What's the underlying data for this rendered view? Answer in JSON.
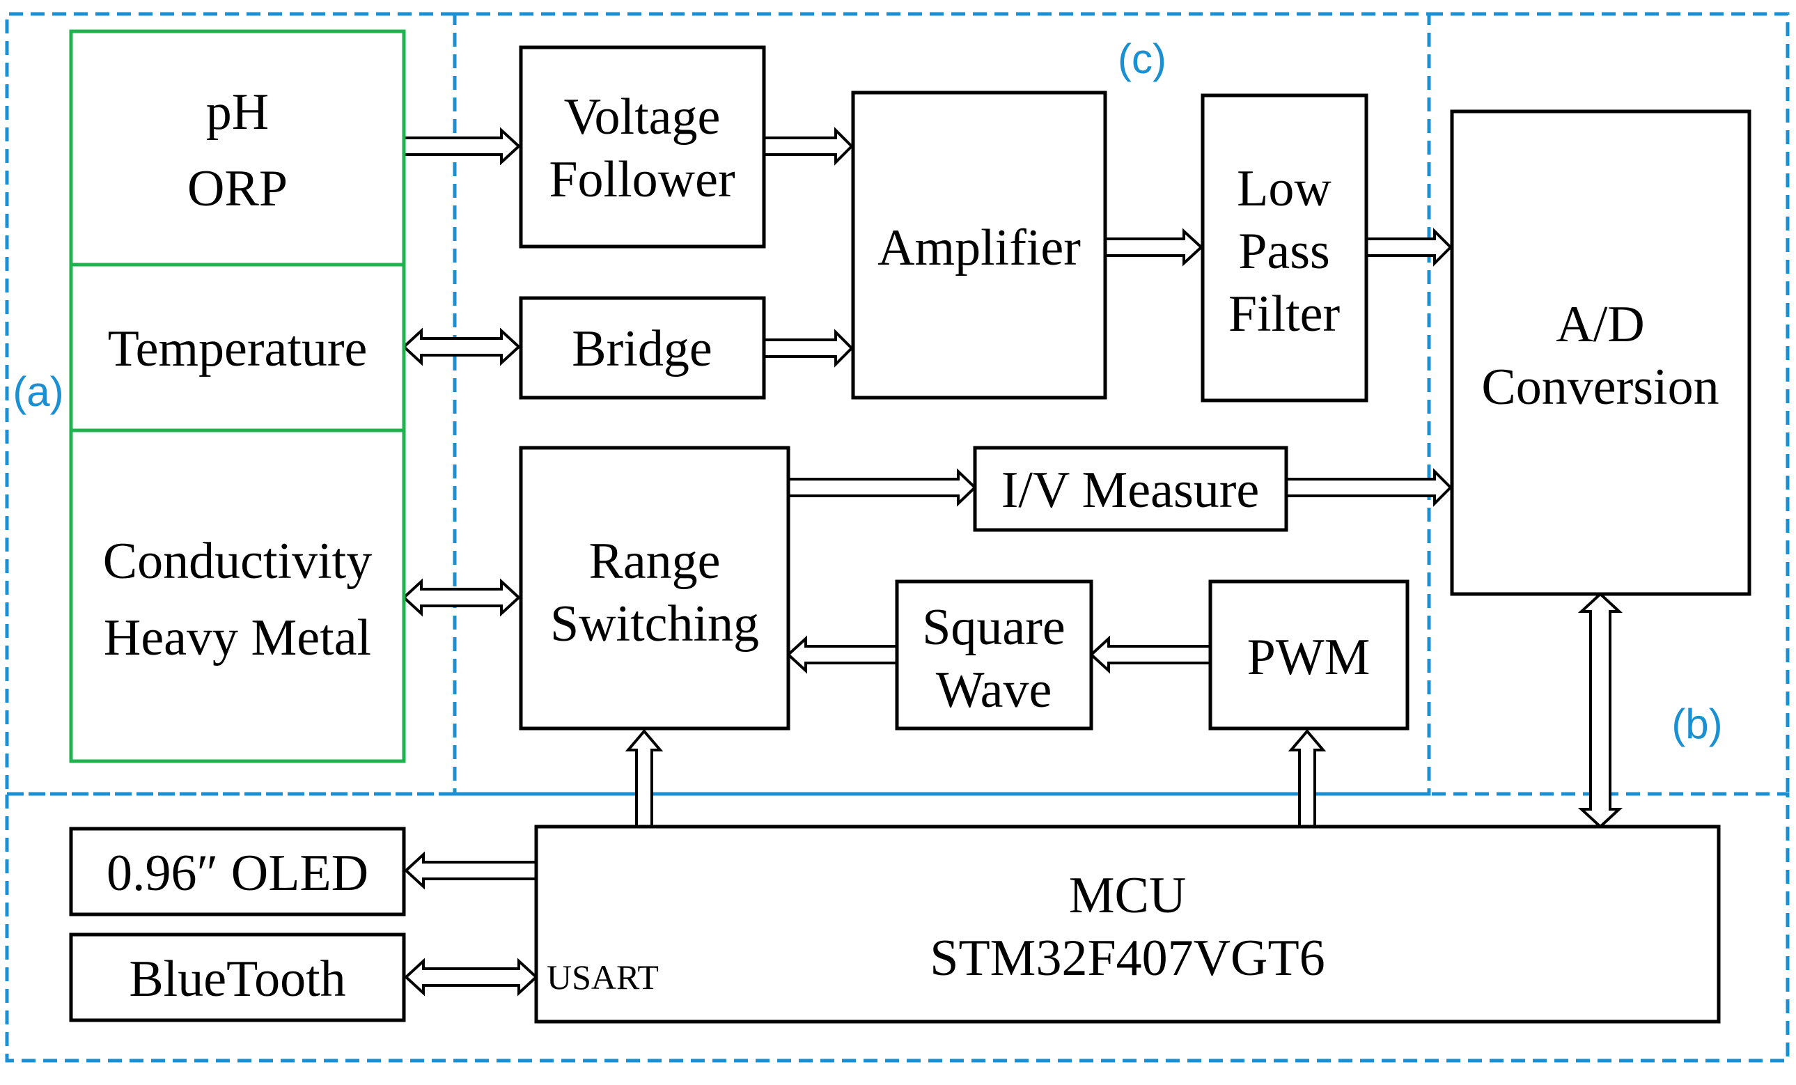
{
  "regions": {
    "a": "(a)",
    "b": "(b)",
    "c": "(c)"
  },
  "sensors": {
    "ph_line1": "pH",
    "ph_line2": "ORP",
    "temperature": "Temperature",
    "conductivity_line1": "Conductivity",
    "conductivity_line2": "Heavy Metal"
  },
  "blocks": {
    "voltage_follower_line1": "Voltage",
    "voltage_follower_line2": "Follower",
    "bridge": "Bridge",
    "amplifier": "Amplifier",
    "low_pass_line1": "Low",
    "low_pass_line2": "Pass",
    "low_pass_line3": "Filter",
    "ad_line1": "A/D",
    "ad_line2": "Conversion",
    "iv_measure": "I/V Measure",
    "range_switching_line1": "Range",
    "range_switching_line2": "Switching",
    "square_wave_line1": "Square",
    "square_wave_line2": "Wave",
    "pwm": "PWM",
    "oled": "0.96″ OLED",
    "bluetooth": "BlueTooth",
    "mcu_line1": "MCU",
    "mcu_line2": "STM32F407VGT6",
    "usart": "USART"
  },
  "colors": {
    "region_border": "#1a8fd1",
    "sensor_border": "#1fb34f",
    "block_border": "#000000"
  }
}
